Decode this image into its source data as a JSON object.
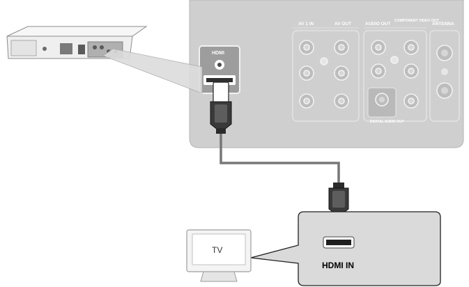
{
  "labels": {
    "hdmi_port": "HDMI",
    "av1_in": "AV 1 IN",
    "av_out": "AV OUT",
    "audio_out": "AUDIO OUT",
    "component_video_out": "COMPONENT VIDEO OUT",
    "antenna": "ANTENNA",
    "digital_audio_out": "DIGITAL AUDIO OUT",
    "tv": "TV",
    "hdmi_in": "HDMI IN"
  },
  "colors": {
    "panel": "#c9c9c9",
    "panel_dark": "#a6a6a6",
    "cable": "#7a7a7a",
    "callout": "#d9d9d9"
  }
}
